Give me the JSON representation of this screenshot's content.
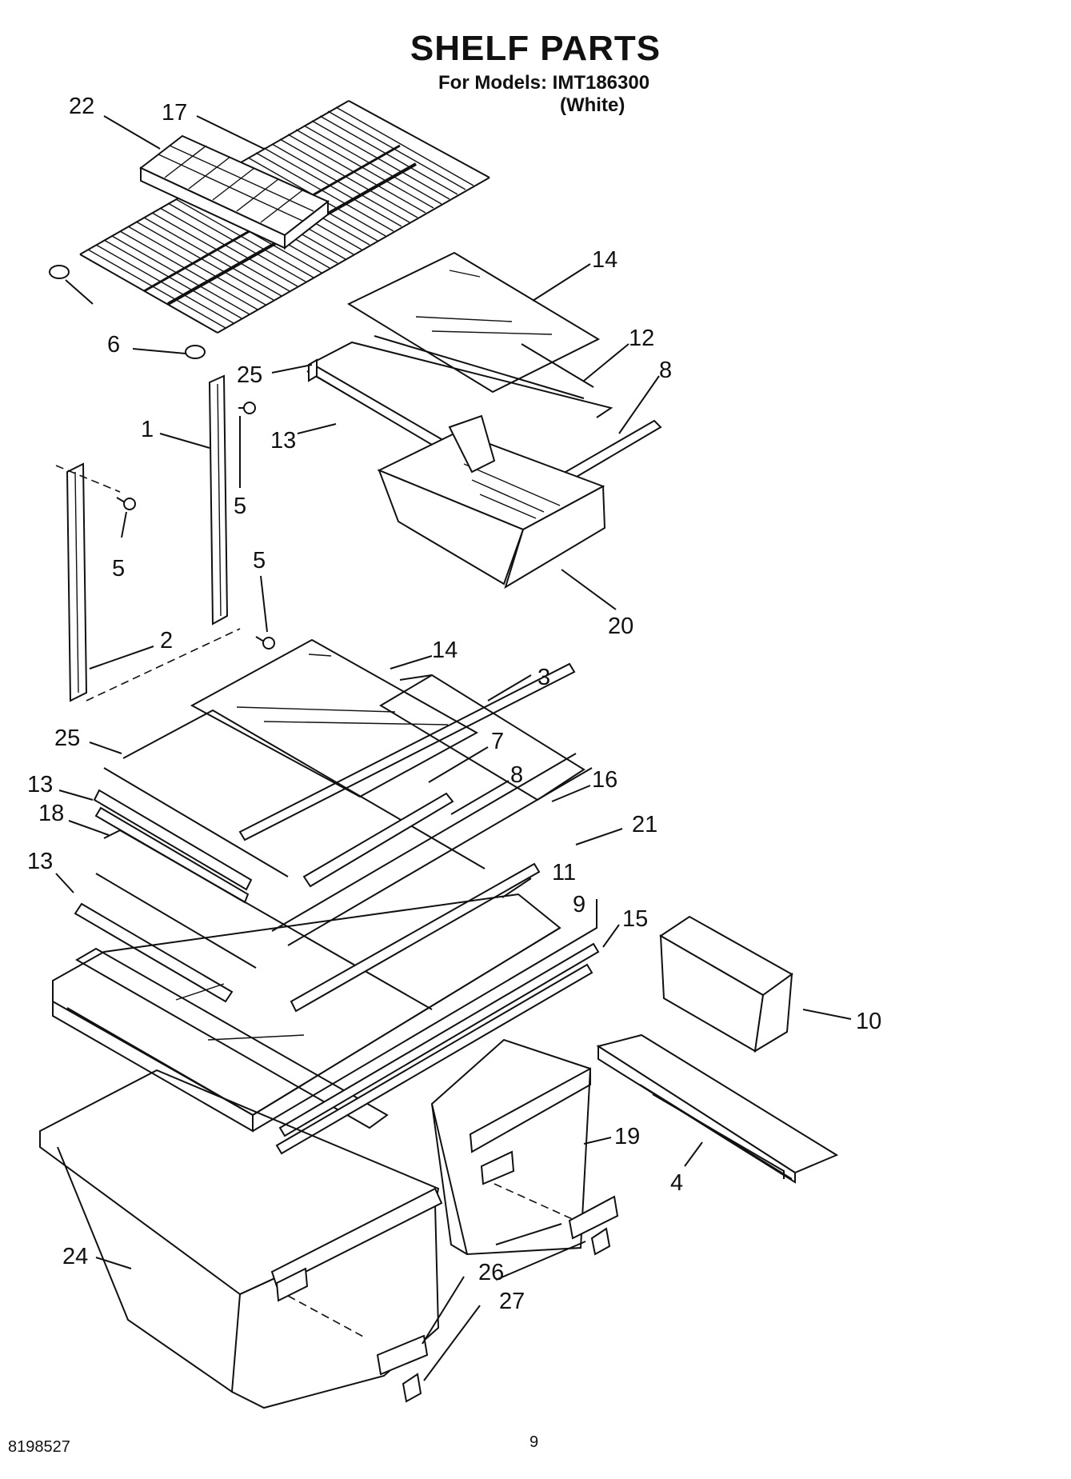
{
  "header": {
    "title": "SHELF PARTS",
    "models_line": "For Models: IMT186300",
    "variant_line": "(White)"
  },
  "footer": {
    "document_number": "8198527",
    "page_number": "9"
  },
  "callouts": [
    "22",
    "17",
    "14",
    "6",
    "25",
    "12",
    "8",
    "1",
    "13",
    "5",
    "5",
    "5",
    "20",
    "2",
    "14",
    "3",
    "25",
    "7",
    "13",
    "8",
    "16",
    "18",
    "21",
    "13",
    "11",
    "9",
    "15",
    "10",
    "19",
    "4",
    "24",
    "26",
    "27"
  ]
}
